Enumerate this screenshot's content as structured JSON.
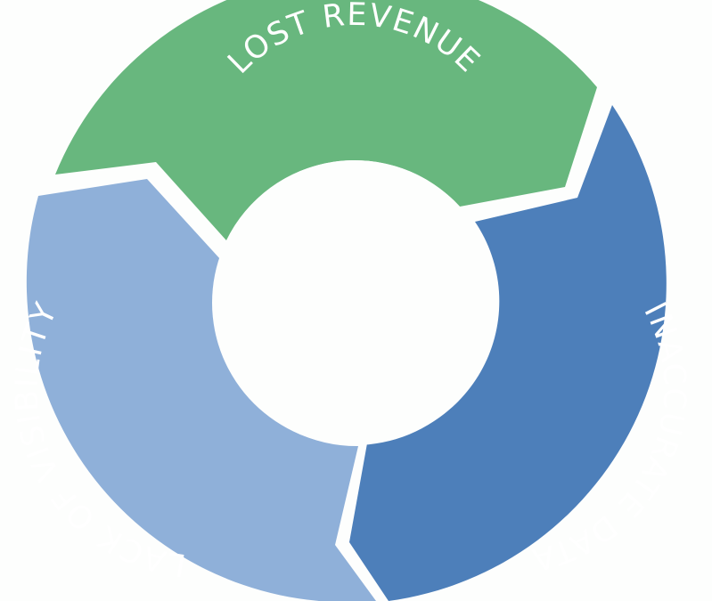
{
  "diagram": {
    "segments": [
      {
        "id": "lost-revenue",
        "label": "LOST REVENUE",
        "color": "#68b77e"
      },
      {
        "id": "inaccurate-data",
        "label": "INACCURATE DATA",
        "color": "#4d7fba"
      },
      {
        "id": "lack-of-visibility",
        "label": "LACK OF VISIBILITY",
        "color": "#8fb0d9"
      }
    ],
    "background_color": "#fdfefd"
  }
}
